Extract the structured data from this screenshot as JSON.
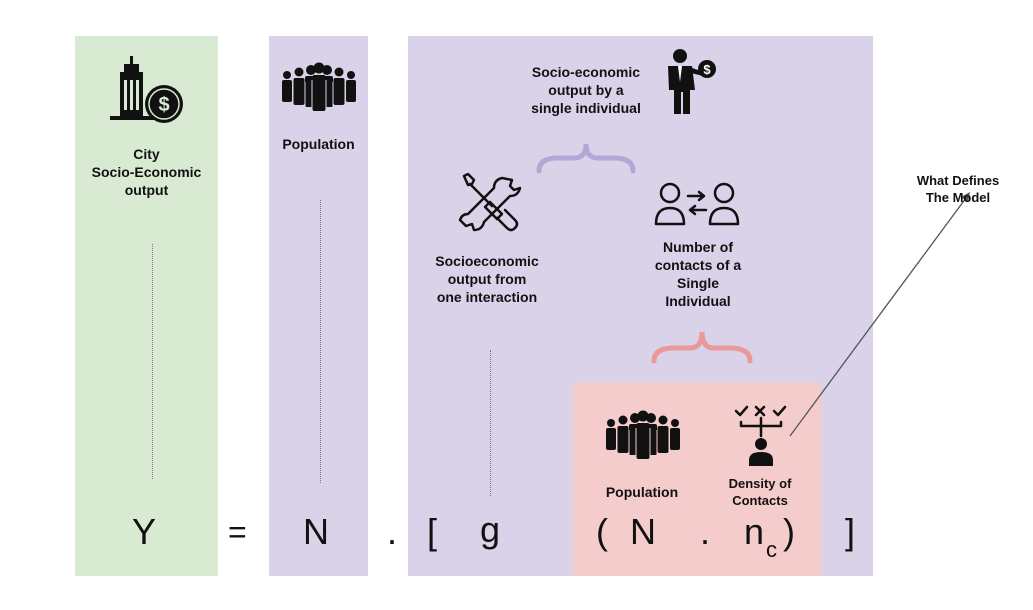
{
  "labels": {
    "city_output": "City\nSocio-Economic\noutput",
    "population_left": "Population",
    "single_output": "Socio-economic\noutput by a\nsingle individual",
    "one_interaction": "Socioeconomic\noutput from\none interaction",
    "contacts": "Number of\ncontacts of  a\nSingle\nIndividual",
    "population_inner": "Population",
    "density": "Density of\nContacts",
    "defines_model": "What Defines\nThe Model"
  },
  "equation": {
    "y": "Y",
    "equals": "=",
    "n1": "N",
    "dot1": ".",
    "bracket_open": "[",
    "g": "g",
    "paren_open": "(",
    "n2": "N",
    "dot2": ".",
    "nc": "n",
    "nc_sub": "c",
    "paren_close": ")",
    "bracket_close": "]"
  },
  "colors": {
    "green_panel": "#d9ead3",
    "purple_panel": "#d9d2e9",
    "pink_panel": "#f4cccc",
    "purple_brace": "#b4a7d6",
    "pink_brace": "#ea9999"
  }
}
